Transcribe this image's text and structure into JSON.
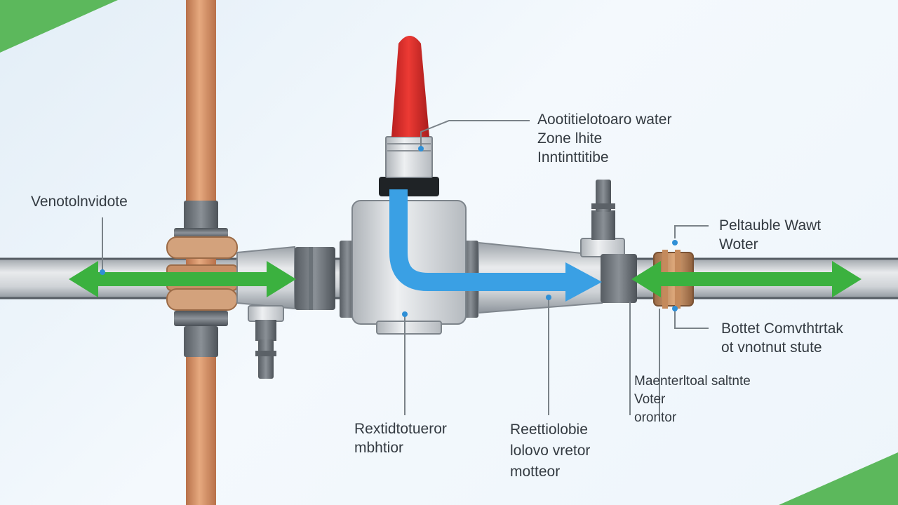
{
  "colors": {
    "background": "#eaf3fa",
    "corner_accent": "#5cb85c",
    "copper_pipe": "#d9936a",
    "steel_pipe": "#c3c7cb",
    "valve_body": "#dcdfe2",
    "valve_cap": "#d92b2b",
    "flow_arrow": "#3aa0e4",
    "direction_arrows": "#3bb13f",
    "leader_line": "#7a8288"
  },
  "labels": {
    "top_right": [
      "Aootitielotoaro water",
      "Zone lhite",
      "Inntinttitibe"
    ],
    "left": [
      "Venotolnvidote"
    ],
    "right_upper": [
      "Peltauble Wawt",
      "Woter"
    ],
    "right_lower": [
      "Bottet Comvthtrtak",
      "ot vnotnut stute"
    ],
    "bottom_right": [
      "Maenterltoal saltnte",
      "Voter",
      "orontor"
    ],
    "bottom_center_left": [
      "Rextidtotueror",
      "mbhtior"
    ],
    "bottom_center_right": [
      "Reettiolobie",
      "lolovo vretor",
      "motteor"
    ]
  }
}
